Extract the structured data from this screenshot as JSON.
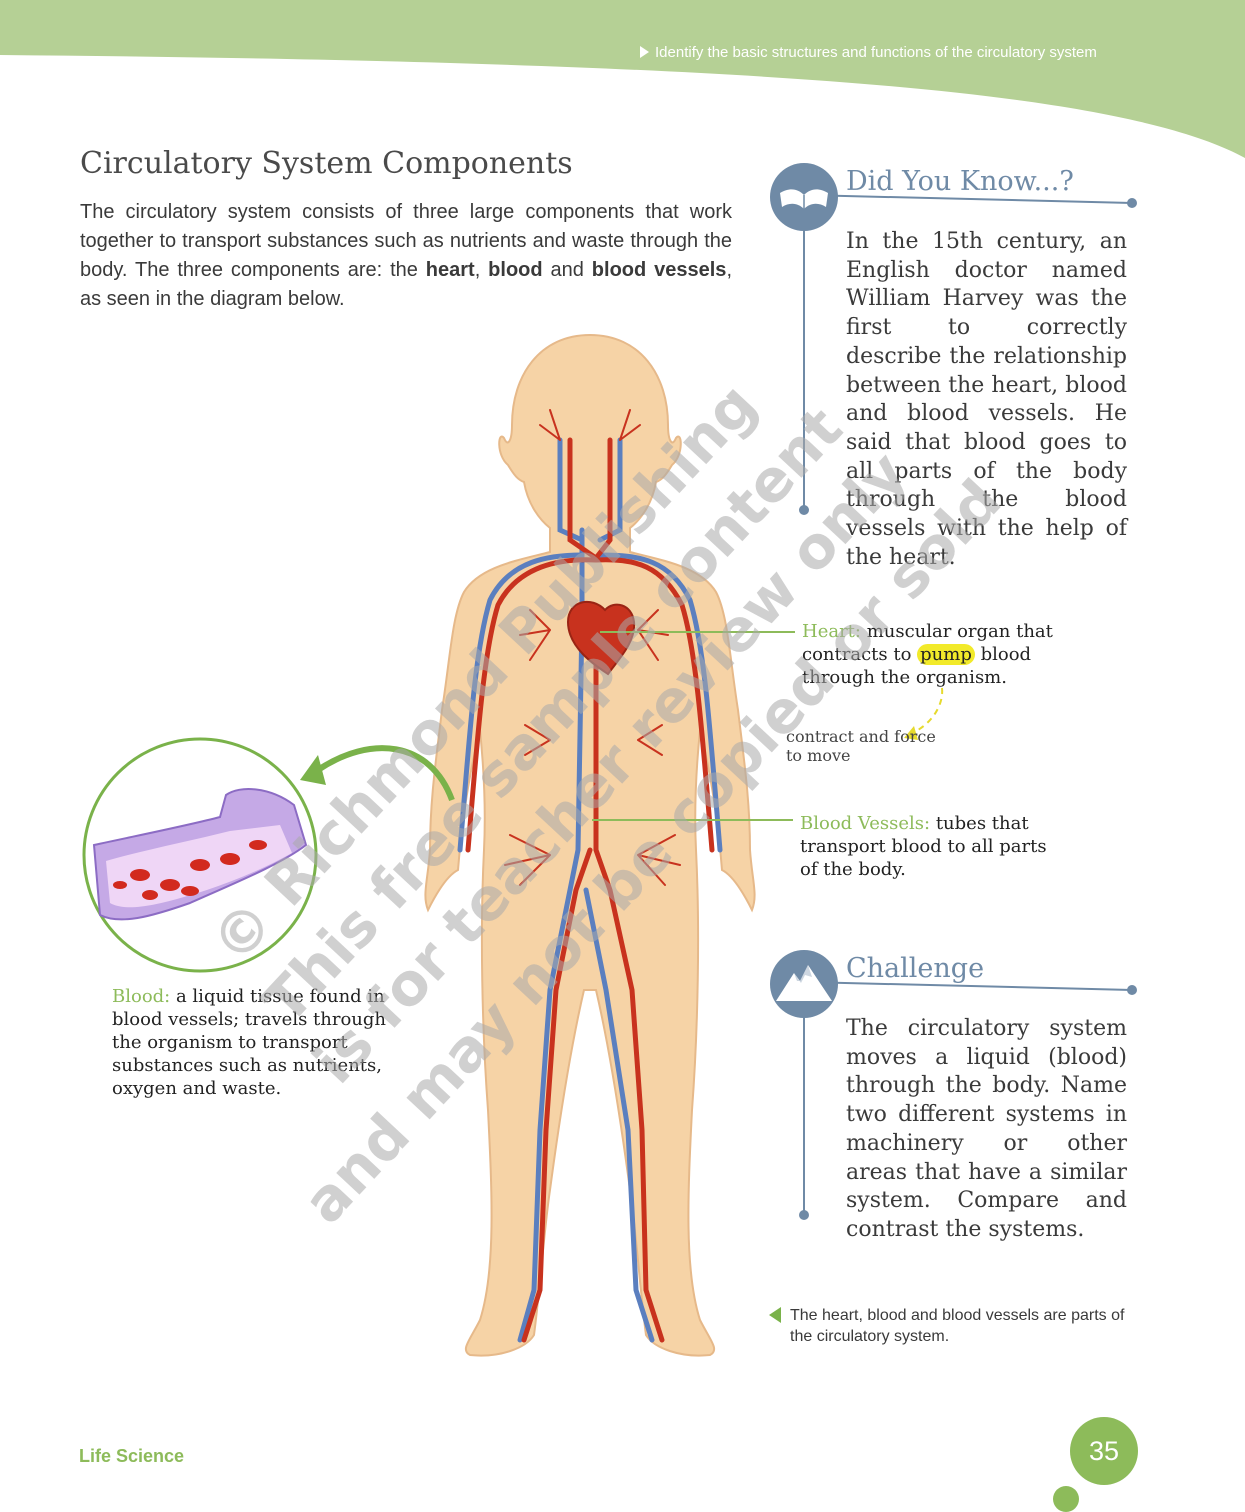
{
  "header": {
    "objective": "Identify the basic structures and functions of the circulatory system"
  },
  "section": {
    "title": "Circulatory System Components",
    "intro_before": "The circulatory system consists of three large components that work together to transport substances such as nutrients and waste through the body. The three components are: the ",
    "term_heart": "heart",
    "sep1": ", ",
    "term_blood": "blood",
    "sep2": " and ",
    "term_vessels": "blood vessels",
    "intro_after": ", as seen in the diagram below."
  },
  "did_you_know": {
    "icon": "book-icon",
    "title": "Did You Know...?",
    "text": "In the 15th century, an English doctor named William Harvey was the first to correctly describe the relationship between the heart, blood and blood vessels. He said that blood goes to all parts of the body through the blood vessels with the help of the heart."
  },
  "challenge": {
    "icon": "mountain-icon",
    "title": "Challenge",
    "text": "The circulatory system moves a liquid (blood) through the body. Name two different systems in machinery or other areas that have a similar system. Compare and contrast the systems."
  },
  "labels": {
    "heart_term": "Heart:",
    "heart_text_a": " muscular organ that contracts to ",
    "heart_highlight": "pump",
    "heart_text_b": " blood through the organism.",
    "note": "contract and force to move",
    "vessels_term": "Blood Vessels:",
    "vessels_text": " tubes that transport blood to all parts of the body.",
    "blood_term": "Blood:",
    "blood_text": " a liquid tissue found in blood vessels; travels through the organism to transport substances such as nutrients, oxygen and waste."
  },
  "caption": "The heart, blood and blood vessels are parts of the circulatory system.",
  "footer": {
    "subject": "Life Science",
    "page_number": "35"
  },
  "watermark": {
    "line1": "© Richmond Publishing",
    "line2": "This free sample content",
    "line3": "is for teacher review only",
    "line4": "and may not be copied or sold"
  },
  "colors": {
    "green": "#8dbb5a",
    "header_green": "#b5d095",
    "slate_blue": "#6f8aa6",
    "artery_red": "#c8321e",
    "vein_blue": "#5b7fbf",
    "skin": "#f6d3a6"
  }
}
